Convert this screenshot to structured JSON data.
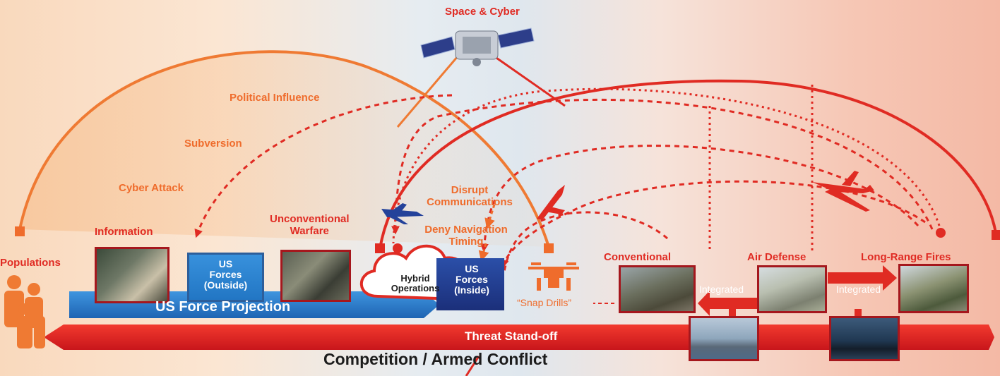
{
  "header": {
    "space_cyber": "Space & Cyber"
  },
  "left_arc": {
    "political": "Political Influence",
    "subversion": "Subversion",
    "cyber_attack": "Cyber Attack",
    "information": "Information",
    "unconventional": "Unconventional\nWarfare",
    "populations": "Populations"
  },
  "center": {
    "disrupt": "Disrupt\nCommunications",
    "deny_nav": "Deny Navigation\nTiming",
    "hybrid": "Hybrid\nOperations",
    "forces_inside": "US\nForces\n(Inside)",
    "snap_drills": "“Snap Drills”"
  },
  "right": {
    "conventional": "Conventional",
    "air_defense": "Air Defense",
    "long_range": "Long-Range Fires",
    "integrated": "Integrated"
  },
  "projection": {
    "forces_outside": "US\nForces\n(Outside)",
    "title": "US Force Projection"
  },
  "standoff": "Threat Stand-off",
  "footer": "Competition / Armed Conflict",
  "colors": {
    "orange": "#ef6c2c",
    "red": "#e02b23",
    "dark_red": "#a5171d",
    "blue": "#2f7fcf",
    "navy": "#1f3f8f"
  }
}
